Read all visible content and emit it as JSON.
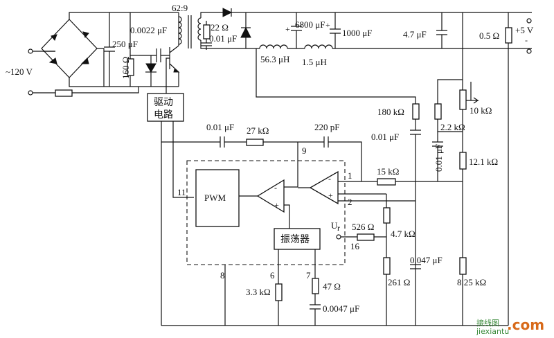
{
  "labels": {
    "ac_input": "~120 V",
    "turns_ratio": "62:9",
    "c_snubber": "0.0022 μF",
    "c_input": "250 μF",
    "r_snubber": "160 Ω",
    "driver_block": "驱动\n电路",
    "r_22": "22 Ω",
    "c_001_out": "0.01 μF",
    "c_6800": "6800 μF",
    "c_1000": "1000 μF",
    "c_47": "4.7 μF",
    "r_05": "0.5 Ω",
    "out_5v": "+5 V",
    "l_563": "56.3 μH",
    "l_15": "1.5 μH",
    "r_180k": "180 kΩ",
    "r_10k": "10 kΩ",
    "c_001_fb": "0.01 μF",
    "r_22k": "2.2 kΩ",
    "c_001_v": "0.01 μF",
    "r_121k": "12.1 kΩ",
    "c_001_comp": "0.01 μF",
    "r_27k": "27 kΩ",
    "c_220p": "220 pF",
    "pin9": "9",
    "pin1": "1",
    "pin2": "2",
    "pin11": "11",
    "pin8": "8",
    "pin6": "6",
    "pin7": "7",
    "pin16": "16",
    "r_15k": "15 kΩ",
    "pwm": "PWM",
    "oscillator": "振荡器",
    "ur": "U",
    "ur_sub": "r",
    "r_526": "526 Ω",
    "r_47k": "4.7 kΩ",
    "r_261": "261 Ω",
    "c_0047": "0.047 μF",
    "r_825k": "8.25 kΩ",
    "r_33k": "3.3 kΩ",
    "r_47": "47 Ω",
    "c_00047": "0.0047 μF",
    "watermark_cn": "接线图",
    "watermark_url": "jiexiantu",
    "watermark_com": ".com"
  }
}
